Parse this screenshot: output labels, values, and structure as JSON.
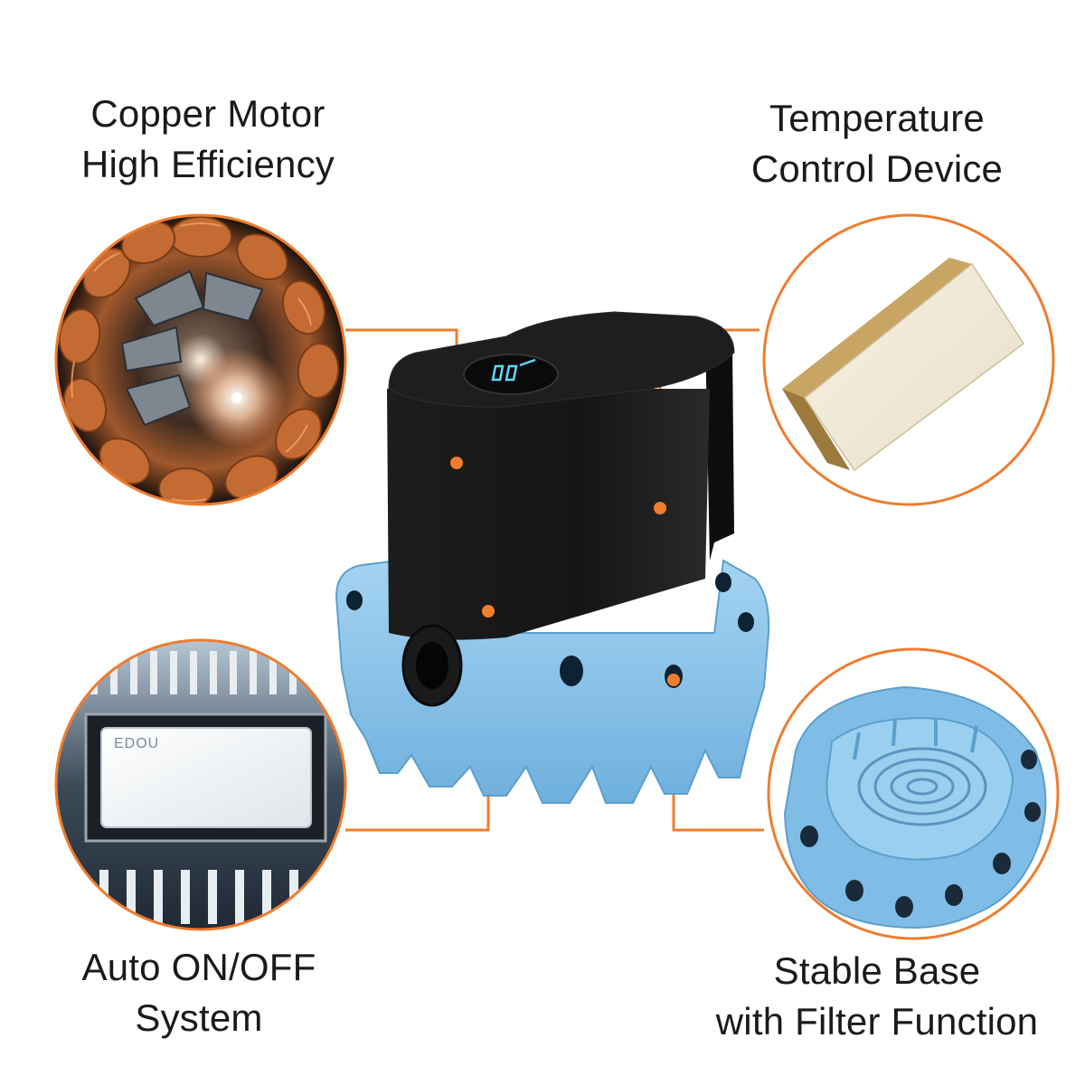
{
  "features": {
    "top_left": {
      "line1": "Copper Motor",
      "line2": "High Efficiency"
    },
    "top_right": {
      "line1": "Temperature",
      "line2": "Control Device"
    },
    "bottom_left": {
      "line1": "Auto ON/OFF",
      "line2": "System"
    },
    "bottom_right": {
      "line1": "Stable Base",
      "line2": "with Filter Function"
    }
  },
  "chip_brand": "EDOU",
  "colors": {
    "accent_orange": "#ee7d2e",
    "pump_blue": "#8cc4ea",
    "pump_black": "#151515",
    "display_cyan": "#5fd8ff"
  }
}
